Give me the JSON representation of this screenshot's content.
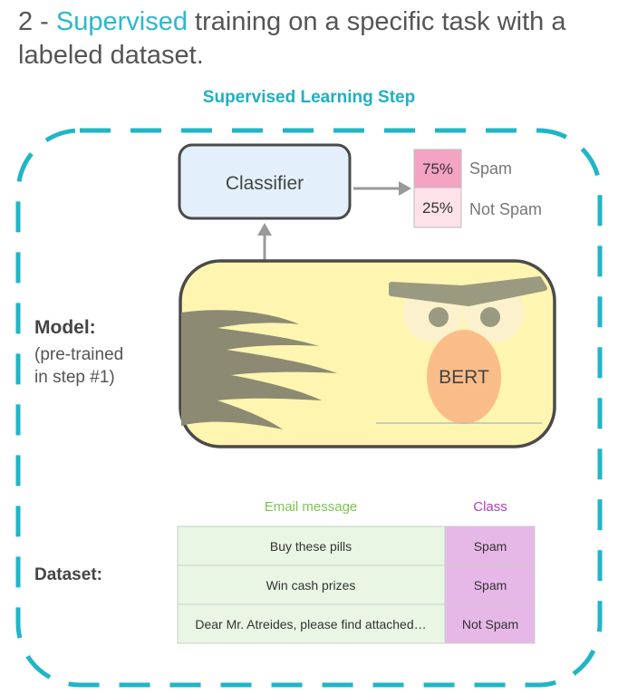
{
  "heading": {
    "prefix": "2 - ",
    "highlight": "Supervised",
    "suffix": " training on a specific task with a labeled dataset."
  },
  "step_title": "Supervised Learning Step",
  "classifier": {
    "label": "Classifier"
  },
  "outputs": [
    {
      "percent": "75%",
      "label": "Spam",
      "color": "#f4a3c3"
    },
    {
      "percent": "25%",
      "label": "Not Spam",
      "color": "#fde2ea"
    }
  ],
  "model": {
    "label": "Model:",
    "sub_line1": "(pre-trained",
    "sub_line2": "in step #1)",
    "name": "BERT"
  },
  "dataset": {
    "label": "Dataset:",
    "columns": {
      "message": "Email message",
      "class": "Class"
    },
    "rows": [
      {
        "message": "Buy these pills",
        "class": "Spam"
      },
      {
        "message": "Win cash prizes",
        "class": "Spam"
      },
      {
        "message": "Dear Mr. Atreides, please find attached…",
        "class": "Not Spam"
      }
    ]
  },
  "colors": {
    "accent": "#2bb8cc",
    "dash_border": "#1fb6c6",
    "classifier_fill": "#e3f0fb",
    "bert_fill": "#fdf5b0",
    "message_cell": "#e9f6e3",
    "class_cell": "#e6b8e8",
    "message_header": "#7cc352",
    "class_header": "#b23cbf"
  }
}
